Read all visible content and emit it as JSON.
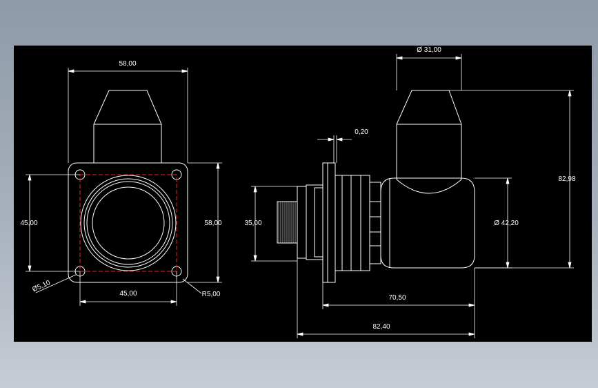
{
  "front_view": {
    "overall_width": "58,00",
    "overall_height": "58,00",
    "hole_spacing_vertical": "45,00",
    "hole_spacing_horizontal": "45,00",
    "hole_diameter": "Ø5,10",
    "flange_radius": "R5,00"
  },
  "side_view": {
    "top_diameter": "Ø 31,00",
    "gap": "0,20",
    "total_height": "82,98",
    "body_diameter": "Ø 42,20",
    "connector_height": "35,00",
    "length_from_flange": "70,50",
    "overall_length": "82,40"
  },
  "colors": {
    "background": "#000000",
    "lines": "#ffffff",
    "centerline": "#ff2020"
  }
}
